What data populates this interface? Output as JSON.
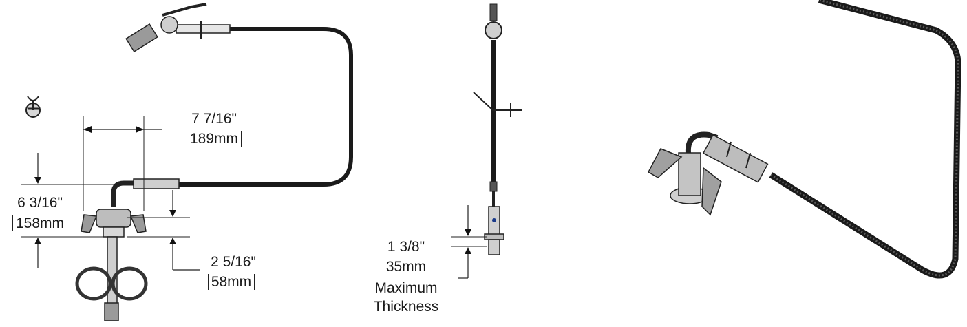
{
  "dimensions": {
    "width_inch": "7 7/16\"",
    "width_mm": "189mm",
    "height_inch": "6 3/16\"",
    "height_mm": "158mm",
    "spout_inch": "2 5/16\"",
    "spout_mm": "58mm",
    "thickness_inch": "1 3/8\"",
    "thickness_mm": "35mm",
    "thickness_note_1": "Maximum",
    "thickness_note_2": "Thickness"
  }
}
